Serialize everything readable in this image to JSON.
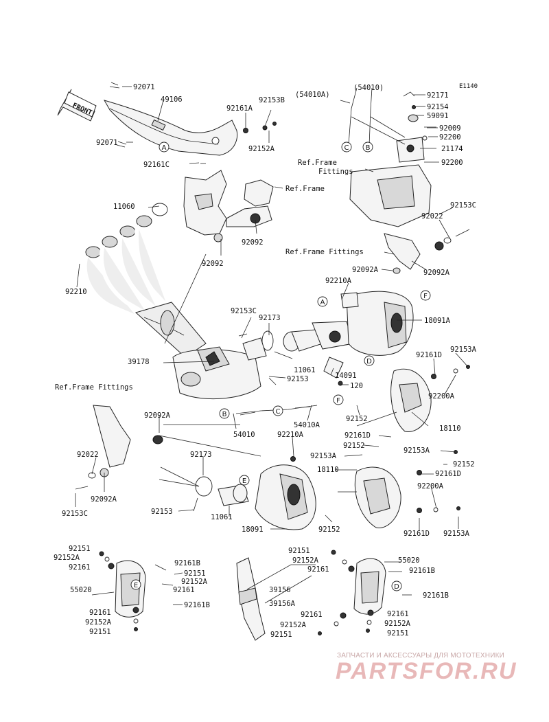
{
  "diagram_code": "E1140",
  "front_label": "FRONT",
  "ref_frame": "Ref.Frame",
  "ref_frame_fittings": "Ref.Frame Fittings",
  "ref_frame_fittings_a": "Ref.Frame",
  "ref_frame_fittings_b": "Fittings",
  "watermark": {
    "line1": "ЗАПЧАСТИ И АКСЕССУАРЫ ДЛЯ МОТОТЕХНИКИ",
    "logo": "PARTSFOR.RU",
    "color": "#e8b8b8"
  },
  "callouts": [
    "A",
    "B",
    "C",
    "D",
    "E",
    "F"
  ],
  "labels": {
    "p92071_top": "92071",
    "p49106": "49106",
    "p92071_left": "92071",
    "p92161C": "92161C",
    "p92161A": "92161A",
    "p92153B": "92153B",
    "p92152A_top": "92152A",
    "p54010A_paren": "(54010A)",
    "p54010_paren": "(54010)",
    "p92171": "92171",
    "p92154": "92154",
    "p59091": "59091",
    "p92009": "92009",
    "p92200_a": "92200",
    "p21174": "21174",
    "p92200_b": "92200",
    "p11060": "11060",
    "p92092_a": "92092",
    "p92092_b": "92092",
    "p92210_left": "92210",
    "p92153C_r": "92153C",
    "p92022_r": "92022",
    "p92092A_r": "92092A",
    "p92092A_r2": "92092A",
    "p92210A_mid": "92210A",
    "p18091A": "18091A",
    "p92153C_mid": "92153C",
    "p92173_mid": "92173",
    "p39178": "39178",
    "p11061_mid": "11061",
    "p92153_mid": "92153",
    "p14091": "14091",
    "p120": "120",
    "p92161D_a": "92161D",
    "p92153A_a": "92153A",
    "p92200A_a": "92200A",
    "p54010": "54010",
    "p54010A": "54010A",
    "p92152_a": "92152",
    "p18110_a": "18110",
    "p92092A_l": "92092A",
    "p92022_l": "92022",
    "p92092A_l2": "92092A",
    "p92153C_l": "92153C",
    "p92210A_low": "92210A",
    "p92161D_b": "92161D",
    "p92152_b": "92152",
    "p92153A_b": "92153A",
    "p92153A_c": "92153A",
    "p92152_c": "92152",
    "p92161D_c": "92161D",
    "p18110_b": "18110",
    "p92200A_b": "92200A",
    "p92173_low": "92173",
    "p92153_low": "92153",
    "p11061_low": "11061",
    "p18091": "18091",
    "p92152_d": "92152",
    "p92161D_d": "92161D",
    "p92153A_d": "92153A",
    "p92151_L1": "92151",
    "p92152A_L1": "92152A",
    "p92161_L1": "92161",
    "p92161B_L1": "92161B",
    "p92151_L2": "92151",
    "p92152A_L2": "92152A",
    "p92161_L2": "92161",
    "p55020_L": "55020",
    "p92161B_L2": "92161B",
    "p92161_L3": "92161",
    "p92152A_L3": "92152A",
    "p92151_L3": "92151",
    "p39156": "39156",
    "p39156A": "39156A",
    "p92151_R1": "92151",
    "p92152A_R1": "92152A",
    "p92161_R1": "92161",
    "p55020_R": "55020",
    "p92161B_R1": "92161B",
    "p92161B_R2": "92161B",
    "p92161_R2a": "92161",
    "p92152A_R2a": "92152A",
    "p92151_R2a": "92151",
    "p92161_R2b": "92161",
    "p92152A_R2b": "92152A",
    "p92151_R2b": "92151"
  }
}
